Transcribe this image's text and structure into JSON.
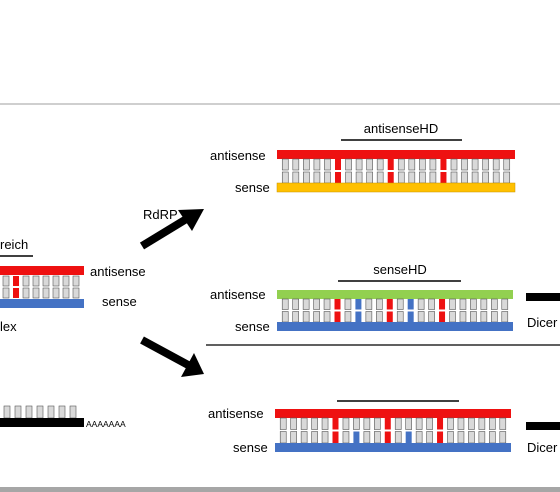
{
  "labels": {
    "left_region": "reich",
    "left_duplex": "lex",
    "left_antisense": "antisense",
    "left_sense": "sense",
    "polya": "AAAAAAA",
    "rdrp": "RdRP",
    "top_region": "antisenseHD",
    "top_antisense": "antisense",
    "top_sense": "sense",
    "mid_region": "senseHD",
    "mid_antisense": "antisense",
    "mid_sense": "sense",
    "mid_dicer": "Dicer",
    "bot_antisense": "antisense",
    "bot_sense": "sense",
    "bot_dicer": "Dicer"
  },
  "colors": {
    "red": "#ee1111",
    "blue": "#4472c4",
    "yellow": "#ffc000",
    "green": "#92d050",
    "base": "#d9d9d9",
    "base_stroke": "#555555",
    "black": "#000000",
    "frame_line": "#bfbfbf",
    "bottom_border": "#a6a6a6"
  }
}
